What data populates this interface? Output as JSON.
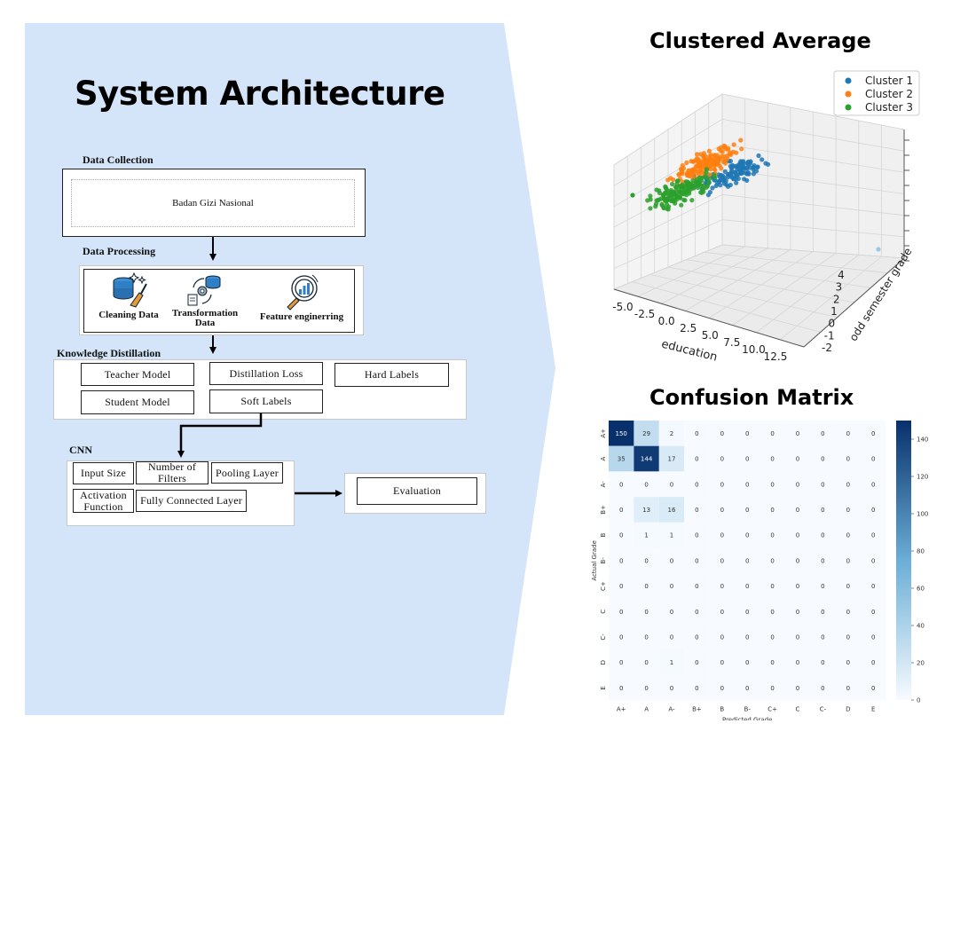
{
  "colors": {
    "background_panel": "#d4e5fa",
    "cluster_1": "#1f77b4",
    "cluster_2": "#ff7f0e",
    "cluster_3": "#2ca02c",
    "heatmap_low": "#f7fbff",
    "heatmap_high": "#08306b"
  },
  "main_title": "System Architecture",
  "diagram": {
    "data_collection": {
      "label": "Data Collection",
      "source": "Badan Gizi Nasional"
    },
    "data_processing": {
      "label": "Data Processing",
      "items": [
        {
          "label": "Cleaning Data",
          "icon": "database-cleaning-icon"
        },
        {
          "label": "Transformation Data",
          "icon": "transformation-cycle-icon"
        },
        {
          "label": "Feature enginerring",
          "icon": "magnifier-chart-icon"
        }
      ]
    },
    "knowledge_distillation": {
      "label": "Knowledge Distillation",
      "teacher_model": "Teacher Model",
      "distillation_loss": "Distillation Loss",
      "hard_labels": "Hard Labels",
      "student_model": "Student Model",
      "soft_labels": "Soft Labels"
    },
    "cnn": {
      "label": "CNN",
      "input_size": "Input Size",
      "number_of_filters": "Number of Filters",
      "pooling_layer": "Pooling Layer",
      "activation_function": "Activation Function",
      "fully_connected": "Fully Connected Layer"
    },
    "evaluation": "Evaluation"
  },
  "chart_data": [
    {
      "type": "scatter",
      "subtype": "3d",
      "title": "Clustered Average",
      "xlabel": "education",
      "ylabel": "odd semester grade",
      "xticks": [
        "-5.0",
        "-2.5",
        "0.0",
        "2.5",
        "5.0",
        "7.5",
        "10.0",
        "12.5"
      ],
      "yticks": [
        "-2",
        "-1",
        "0",
        "1",
        "2",
        "3",
        "4"
      ],
      "xlim": [
        -5,
        12.5
      ],
      "ylim": [
        -2,
        4
      ],
      "legend_position": "top-right",
      "series": [
        {
          "name": "Cluster 1",
          "color": "#1f77b4"
        },
        {
          "name": "Cluster 2",
          "color": "#ff7f0e"
        },
        {
          "name": "Cluster 3",
          "color": "#2ca02c"
        }
      ]
    },
    {
      "type": "heatmap",
      "title": "Confusion Matrix",
      "xlabel": "Predicted Grade",
      "ylabel": "Actual Grade",
      "categories": [
        "A+",
        "A",
        "A-",
        "B+",
        "B",
        "B-",
        "C+",
        "C",
        "C-",
        "D",
        "E"
      ],
      "colorbar_ticks": [
        "140",
        "120",
        "100",
        "80",
        "60",
        "40",
        "20",
        "0"
      ],
      "colorbar_range": [
        0,
        150
      ],
      "matrix": [
        [
          150,
          29,
          2,
          0,
          0,
          0,
          0,
          0,
          0,
          0,
          0
        ],
        [
          35,
          144,
          17,
          0,
          0,
          0,
          0,
          0,
          0,
          0,
          0
        ],
        [
          0,
          0,
          0,
          0,
          0,
          0,
          0,
          0,
          0,
          0,
          0
        ],
        [
          0,
          13,
          16,
          0,
          0,
          0,
          0,
          0,
          0,
          0,
          0
        ],
        [
          0,
          1,
          1,
          0,
          0,
          0,
          0,
          0,
          0,
          0,
          0
        ],
        [
          0,
          0,
          0,
          0,
          0,
          0,
          0,
          0,
          0,
          0,
          0
        ],
        [
          0,
          0,
          0,
          0,
          0,
          0,
          0,
          0,
          0,
          0,
          0
        ],
        [
          0,
          0,
          0,
          0,
          0,
          0,
          0,
          0,
          0,
          0,
          0
        ],
        [
          0,
          0,
          0,
          0,
          0,
          0,
          0,
          0,
          0,
          0,
          0
        ],
        [
          0,
          0,
          1,
          0,
          0,
          0,
          0,
          0,
          0,
          0,
          0
        ],
        [
          0,
          0,
          0,
          0,
          0,
          0,
          0,
          0,
          0,
          0,
          0
        ]
      ]
    }
  ]
}
